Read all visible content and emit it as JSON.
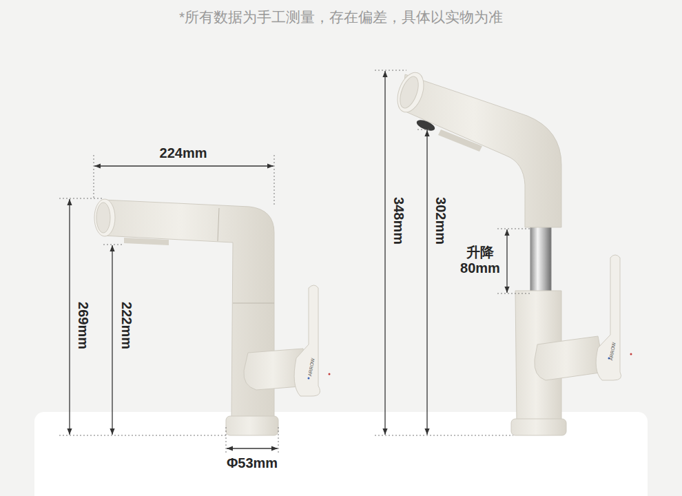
{
  "diagram": {
    "labels": [
      "*所有数据为手工测量，存在偏差，具体以实物为准",
      "224mm",
      "269mm",
      "222mm",
      "Φ53mm",
      "ARROW",
      "348mm",
      "302mm",
      "升降 80mm",
      "ARROW"
    ]
  }
}
